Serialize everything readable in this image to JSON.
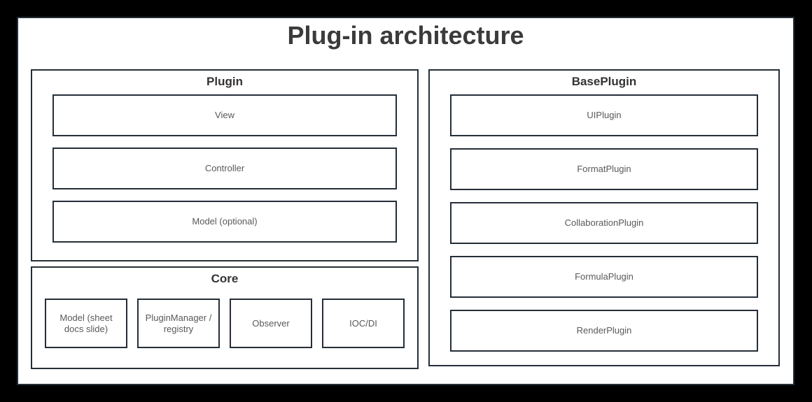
{
  "title": "Plug-in architecture",
  "colors": {
    "background": "#000000",
    "page": "#ffffff",
    "border": "#252e38",
    "heading_text": "#3b3b3b",
    "box_text": "#595959"
  },
  "groups": [
    {
      "label": "Plugin",
      "items": [
        "View",
        "Controller",
        "Model (optional)"
      ]
    },
    {
      "label": "Core",
      "items": [
        "Model (sheet docs slide)",
        "PluginManager / registry",
        "Observer",
        "IOC/DI"
      ]
    },
    {
      "label": "BasePlugin",
      "items": [
        "UIPlugin",
        "FormatPlugin",
        "CollaborationPlugin",
        "FormulaPlugin",
        "RenderPlugin"
      ]
    }
  ]
}
